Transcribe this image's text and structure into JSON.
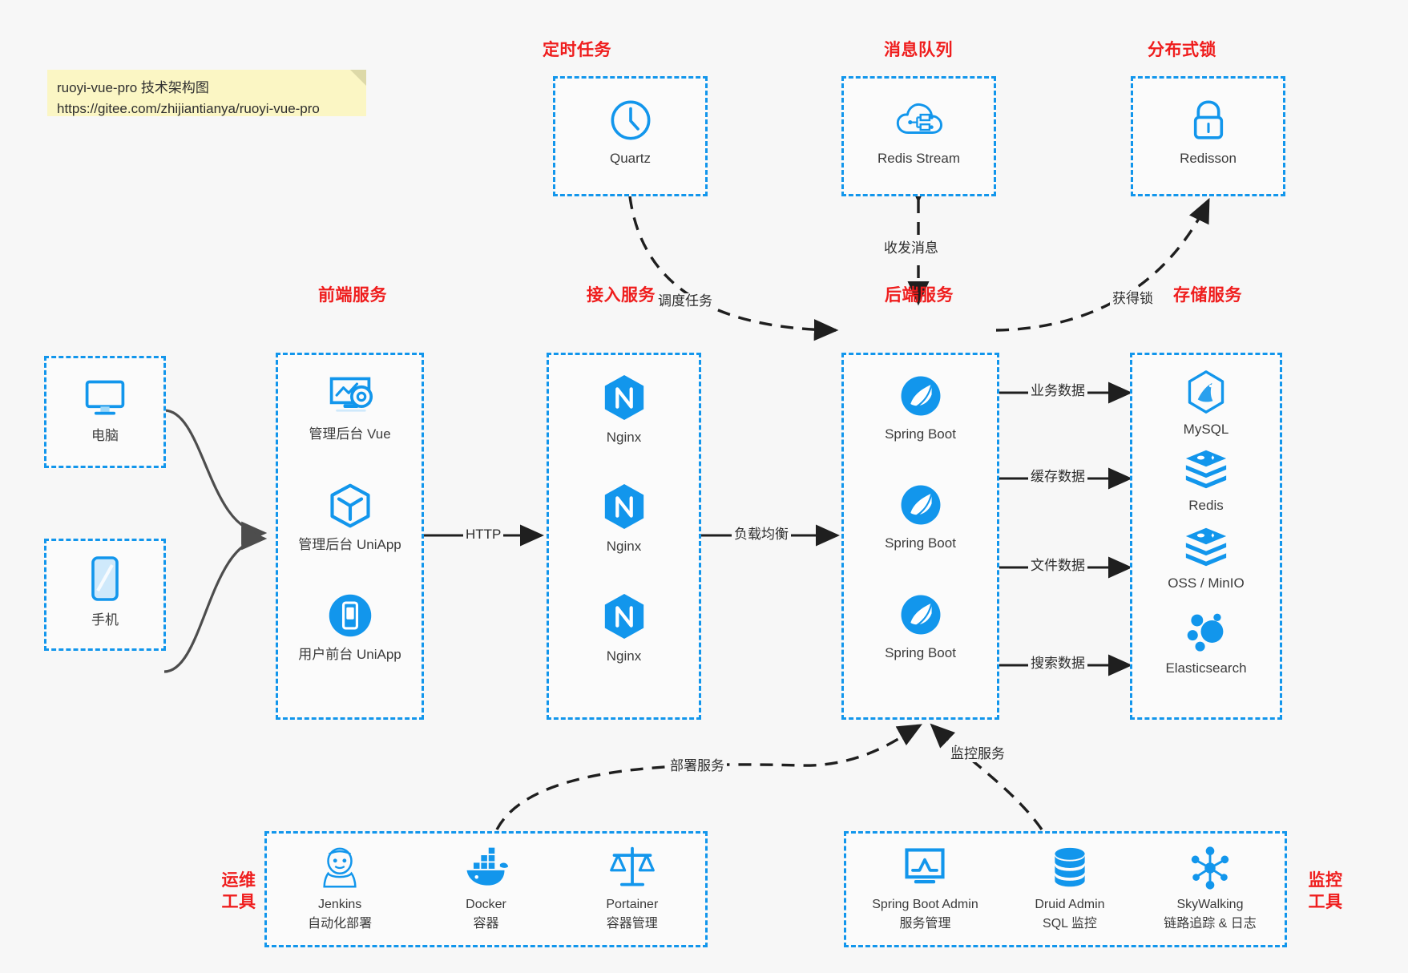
{
  "note": {
    "line1": "ruoyi-vue-pro 技术架构图",
    "line2": "https://gitee.com/zhijiantianya/ruoyi-vue-pro"
  },
  "colors": {
    "accent_blue": "#1296ec",
    "title_red": "#ef1d1d",
    "arrow_gray": "#4d4d4d",
    "dashed_black": "#2b2b2b",
    "note_yellow": "#fbf6c4",
    "background": "#f7f7f7"
  },
  "groups": {
    "scheduler": {
      "title": "定时任务"
    },
    "mq": {
      "title": "消息队列"
    },
    "lock": {
      "title": "分布式锁"
    },
    "frontend": {
      "title": "前端服务"
    },
    "gateway": {
      "title": "接入服务"
    },
    "backend": {
      "title": "后端服务"
    },
    "storage": {
      "title": "存储服务"
    },
    "devops": {
      "title_line1": "运维",
      "title_line2": "工具"
    },
    "monitor": {
      "title_line1": "监控",
      "title_line2": "工具"
    }
  },
  "clients": [
    {
      "icon": "desktop-icon",
      "label": "电脑"
    },
    {
      "icon": "phone-icon",
      "label": "手机"
    }
  ],
  "scheduler_nodes": [
    {
      "icon": "clock-icon",
      "label": "Quartz"
    }
  ],
  "mq_nodes": [
    {
      "icon": "cloud-stream-icon",
      "label": "Redis Stream"
    }
  ],
  "lock_nodes": [
    {
      "icon": "lock-icon",
      "label": "Redisson"
    }
  ],
  "frontend_nodes": [
    {
      "icon": "monitor-gear-icon",
      "label": "管理后台 Vue"
    },
    {
      "icon": "cube-icon",
      "label": "管理后台 UniApp"
    },
    {
      "icon": "mobile-circle-icon",
      "label": "用户前台 UniApp"
    }
  ],
  "gateway_nodes": [
    {
      "icon": "nginx-icon",
      "label": "Nginx"
    },
    {
      "icon": "nginx-icon",
      "label": "Nginx"
    },
    {
      "icon": "nginx-icon",
      "label": "Nginx"
    }
  ],
  "backend_nodes": [
    {
      "icon": "spring-icon",
      "label": "Spring Boot"
    },
    {
      "icon": "spring-icon",
      "label": "Spring Boot"
    },
    {
      "icon": "spring-icon",
      "label": "Spring Boot"
    }
  ],
  "storage_nodes": [
    {
      "icon": "mysql-icon",
      "label": "MySQL"
    },
    {
      "icon": "redis-icon",
      "label": "Redis"
    },
    {
      "icon": "oss-icon",
      "label": "OSS / MinIO"
    },
    {
      "icon": "elasticsearch-icon",
      "label": "Elasticsearch"
    }
  ],
  "devops_nodes": [
    {
      "icon": "jenkins-icon",
      "label": "Jenkins",
      "sub": "自动化部署"
    },
    {
      "icon": "docker-icon",
      "label": "Docker",
      "sub": "容器"
    },
    {
      "icon": "portainer-icon",
      "label": "Portainer",
      "sub": "容器管理"
    }
  ],
  "monitor_nodes": [
    {
      "icon": "spring-boot-admin-icon",
      "label": "Spring Boot Admin",
      "sub": "服务管理"
    },
    {
      "icon": "druid-icon",
      "label": "Druid Admin",
      "sub": "SQL 监控"
    },
    {
      "icon": "skywalking-icon",
      "label": "SkyWalking",
      "sub": "链路追踪 & 日志"
    }
  ],
  "edge_labels": {
    "http": "HTTP",
    "load_balance": "负载均衡",
    "schedule_task": "调度任务",
    "send_receive_msg": "收发消息",
    "acquire_lock": "获得锁",
    "business_data": "业务数据",
    "cache_data": "缓存数据",
    "file_data": "文件数据",
    "search_data": "搜索数据",
    "deploy_service": "部署服务",
    "monitor_service": "监控服务"
  }
}
